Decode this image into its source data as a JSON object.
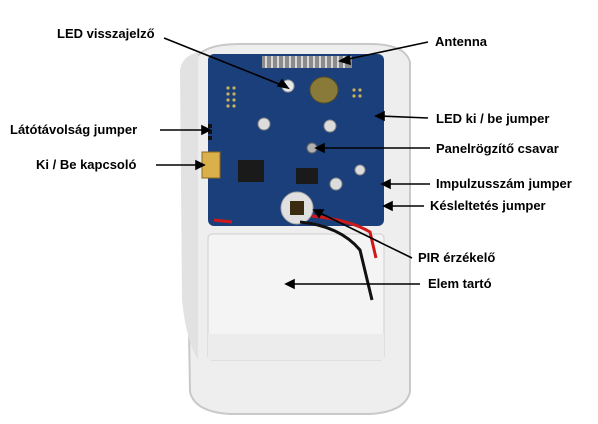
{
  "labels": {
    "led_indicator": "LED visszajelző",
    "antenna": "Antenna",
    "range_jumper": "Látótávolság jumper",
    "led_jumper": "LED ki / be jumper",
    "on_off_switch": "Ki / Be kapcsoló",
    "board_screw": "Panelrögzítő csavar",
    "pulse_jumper": "Impulzusszám jumper",
    "delay_jumper": "Késleltetés jumper",
    "pir_sensor": "PIR érzékelő",
    "battery_holder": "Elem tartó"
  },
  "colors": {
    "pcb": "#1b3f7a",
    "housing": "#eeeeee",
    "battery_cover": "#f4f4f4",
    "leader_line": "#000000",
    "wire_red": "#d01818",
    "wire_black": "#111111"
  }
}
